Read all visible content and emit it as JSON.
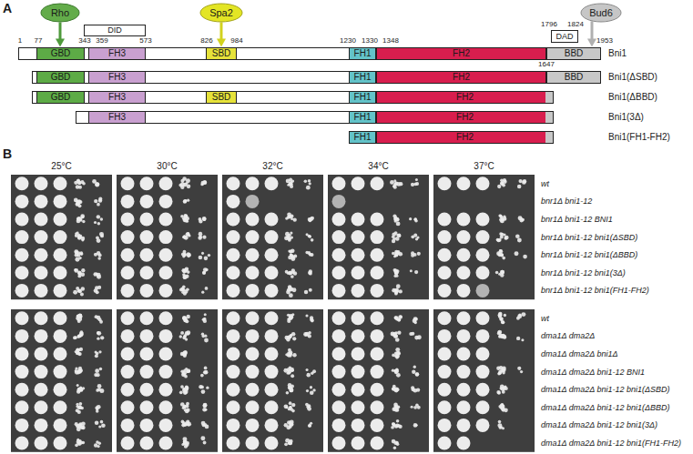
{
  "diagram": {
    "nodes": [
      {
        "text": [
          "Rho"
        ]
      },
      {
        "text": [
          "DID"
        ]
      },
      {
        "text": [
          "Spa2"
        ]
      },
      {
        "text": [
          "DAD"
        ]
      },
      {
        "text": [
          "Bud6"
        ]
      },
      {
        "text": [
          "Bni1"
        ]
      },
      {
        "text": [
          "GBD"
        ],
        "in": 5
      },
      {
        "text": [
          "FH3"
        ],
        "in": 5
      },
      {
        "text": [
          "SBD"
        ],
        "in": 5
      },
      {
        "text": [
          "FH1"
        ],
        "in": 5
      },
      {
        "text": [
          "FH2"
        ],
        "in": 5
      },
      {
        "text": [
          "BBD"
        ],
        "in": 5
      },
      {
        "text": [
          "Bni1(ΔSBD)"
        ]
      },
      {
        "text": [
          "GBD"
        ],
        "in": 12
      },
      {
        "text": [
          "FH3"
        ],
        "in": 12
      },
      {
        "text": [
          "FH1"
        ],
        "in": 12
      },
      {
        "text": [
          "FH2"
        ],
        "in": 12
      },
      {
        "text": [
          "BBD"
        ],
        "in": 12
      },
      {
        "text": [
          "Bni1(ΔBBD)"
        ]
      },
      {
        "text": [
          "GBD"
        ],
        "in": 18
      },
      {
        "text": [
          "FH3"
        ],
        "in": 18
      },
      {
        "text": [
          "SBD"
        ],
        "in": 18
      },
      {
        "text": [
          "FH1"
        ],
        "in": 18
      },
      {
        "text": [
          "FH2"
        ],
        "in": 18
      },
      {
        "text": [
          "Bni1(3Δ)"
        ]
      },
      {
        "text": [
          "FH3"
        ],
        "in": 24
      },
      {
        "text": [
          "FH1"
        ],
        "in": 24
      },
      {
        "text": [
          "FH2"
        ],
        "in": 24
      },
      {
        "text": [
          "Bni1(FH1-FH2)"
        ]
      },
      {
        "text": [
          "FH1"
        ],
        "in": 28
      },
      {
        "text": [
          "FH2"
        ],
        "in": 28
      }
    ],
    "edges": [
      {
        "from": 0,
        "to": 6,
        "arrow": "to"
      },
      {
        "from": 2,
        "to": 8,
        "arrow": "to"
      },
      {
        "from": 4,
        "to": 11,
        "arrow": "to"
      }
    ],
    "labels": [
      "A",
      "1",
      "77",
      "343",
      "359",
      "573",
      "826",
      "984",
      "1230",
      "1330",
      "1348",
      "1796",
      "1824",
      "1953",
      "1647",
      "B",
      "25°C",
      "30°C",
      "32°C",
      "34°C",
      "37°C",
      "wt",
      "bnr1Δ bni1-12",
      "bnr1Δ bni1-12 BNI1",
      "bnr1Δ bni1-12 bni1(ΔSBD)",
      "bnr1Δ bni1-12 bni1(ΔBBD)",
      "bnr1Δ bni1-12 bni1(3Δ)",
      "bnr1Δ bni1-12 bni1(FH1-FH2)",
      "wt",
      "dma1Δ dma2Δ",
      "dma1Δ dma2Δ bni1Δ",
      "dma1Δ dma2Δ bni1-12 BNI1",
      "dma1Δ dma2Δ bni1-12 bni1(ΔSBD)",
      "dma1Δ dma2Δ bni1-12 bni1(ΔBBD)",
      "dma1Δ dma2Δ bni1-12 bni1(3Δ)",
      "dma1Δ dma2Δ bni1-12 bni1(FH1-FH2)"
    ]
  }
}
